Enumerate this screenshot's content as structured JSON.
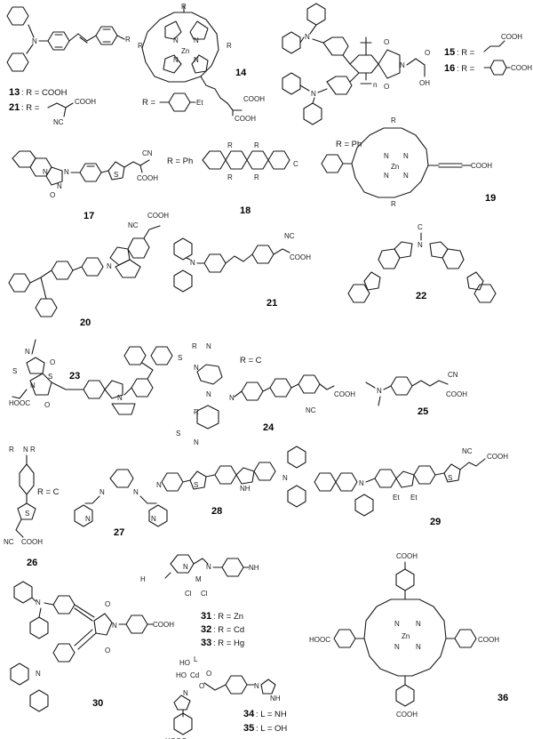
{
  "compounds": [
    {
      "id": "13",
      "caption_text": ": R = COOH"
    },
    {
      "id": "21",
      "caption_text": ": R = "
    },
    {
      "id": "14"
    },
    {
      "id": "15",
      "caption_text": ": R = "
    },
    {
      "id": "16",
      "caption_text": ": R = "
    },
    {
      "id": "17"
    },
    {
      "id": "18"
    },
    {
      "id": "19"
    },
    {
      "id": "20"
    },
    {
      "id": "21"
    },
    {
      "id": "22"
    },
    {
      "id": "23"
    },
    {
      "id": "24"
    },
    {
      "id": "25"
    },
    {
      "id": "26"
    },
    {
      "id": "27"
    },
    {
      "id": "28"
    },
    {
      "id": "29"
    },
    {
      "id": "30"
    },
    {
      "id": "31",
      "caption_text": ": R = Zn"
    },
    {
      "id": "32",
      "caption_text": ": R = Cd"
    },
    {
      "id": "33",
      "caption_text": ": R = Hg"
    },
    {
      "id": "34",
      "caption_text": ": L = NH"
    },
    {
      "id": "35",
      "caption_text": ": L = OH"
    },
    {
      "id": "36"
    }
  ],
  "definitions": {
    "r_phenyl": "R = Ph",
    "r_phenyl_19": "R = Ph",
    "r_14": "R =",
    "r_hexyl": "R = C",
    "r_octyl": "R = C"
  },
  "atoms": {
    "N": "N",
    "Zn": "Zn",
    "R": "R",
    "COOH": "COOH",
    "HOOC": "HOOC",
    "NC": "NC",
    "CN": "CN",
    "O": "O",
    "S": "S",
    "Et": "Et",
    "NH2": "NH",
    "HO": "HO",
    "Cd": "Cd",
    "Cl": "Cl",
    "M": "M",
    "H3CO": "H",
    "C4H9O": "C",
    "C4H9": "C",
    "NH": "NH",
    "L": "L",
    "n": "n",
    "OH": "OH",
    "C6H13": "C",
    "C8H17": "C"
  }
}
